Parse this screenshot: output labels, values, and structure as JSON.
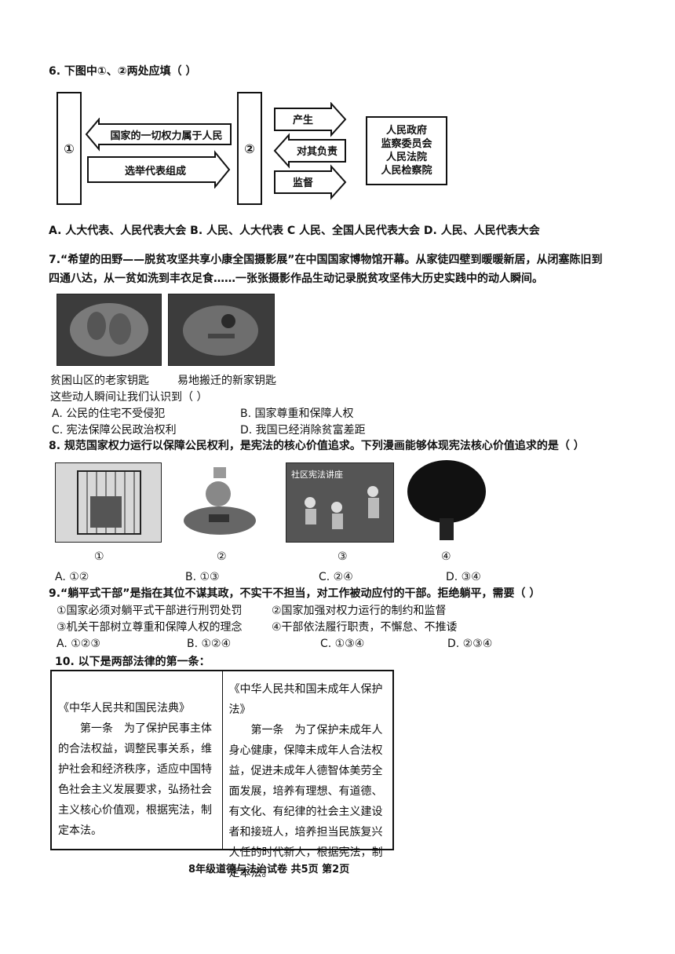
{
  "q6": {
    "stem": "6. 下图中①、②两处应填（    ）",
    "box1": "①",
    "box2": "②",
    "arrow_left": "国家的一切权力属于人民",
    "arrow_right": "选举代表组成",
    "arrow_produce": "产生",
    "arrow_responsible": "对其负责",
    "arrow_supervise": "监督",
    "orgs": [
      "人民政府",
      "监察委员会",
      "人民法院",
      "人民检察院"
    ],
    "options": "A. 人大代表、人民代表大会 B. 人民、人大代表 C  人民、全国人民代表大会 D. 人民、人民代表大会"
  },
  "q7": {
    "stem_line1": "7.“希望的田野——脱贫攻坚共享小康全国摄影展”在中国国家博物馆开幕。从家徒四壁到暖暖新居，从闭塞陈旧到",
    "stem_line2": "四通八达，从一贫如洗到丰衣足食……一张张摄影作品生动记录脱贫攻坚伟大历史实践中的动人瞬间。",
    "caption1": "贫困山区的老家钥匙",
    "caption2": "易地搬迁的新家钥匙",
    "question": "这些动人瞬间让我们认识到（      ）",
    "opt_a": "A. 公民的住宅不受侵犯",
    "opt_b": "B. 国家尊重和保障人权",
    "opt_c": "C. 宪法保障公民政治权利",
    "opt_d": "D. 我国已经消除贫富差距"
  },
  "q8": {
    "stem": "8. 规范国家权力运行以保障公民权利，是宪法的核心价值追求。下列漫画能够体现宪法核心价值追求的是（      ）",
    "label1": "①",
    "label2": "②",
    "label3": "③",
    "label4": "④",
    "cartoon3_text": "社区宪法讲座",
    "opt_a": "A. ①②",
    "opt_b": "B. ①③",
    "opt_c": "C. ②④",
    "opt_d": "D. ③④"
  },
  "q9": {
    "stem": "9.“躺平式干部”是指在其位不谋其政，不实干不担当，对工作被动应付的干部。拒绝躺平，需要（      ）",
    "item1": "①国家必须对躺平式干部进行刑罚处罚",
    "item2": "②国家加强对权力运行的制约和监督",
    "item3": "③机关干部树立尊重和保障人权的理念",
    "item4": "④干部依法履行职责，不懈怠、不推诿",
    "opt_a": "A. ①②③",
    "opt_b": "B. ①②④",
    "opt_c": "C. ①③④",
    "opt_d": "D. ②③④"
  },
  "q10": {
    "stem": "10.  以下是两部法律的第一条：",
    "left_text": "《中华人民共和国民法典》\n　　第一条　为了保护民事主体的合法权益，调整民事关系，维护社会和经济秩序，适应中国特色社会主义发展要求，弘扬社会主义核心价值观，根据宪法，制定本法。",
    "right_text": "《中华人民共和国未成年人保护法》\n　　第一条　为了保护未成年人身心健康，保障未成年人合法权益，促进未成年人德智体美劳全面发展，培养有理想、有道德、有文化、有纪律的社会主义建设者和接班人，培养担当民族复兴大任的时代新人，根据宪法，制定本法。"
  },
  "footer": "8年级道德与法治试卷  共5页  第2页"
}
